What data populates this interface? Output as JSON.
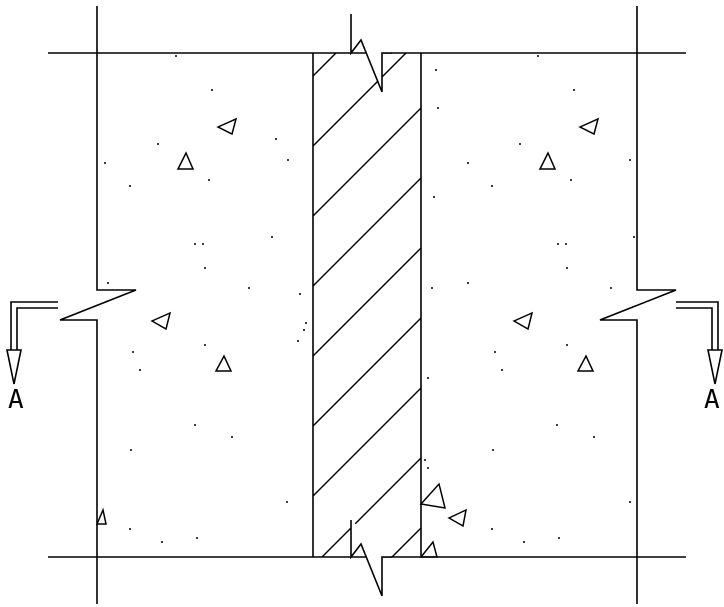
{
  "drawing": {
    "type": "architectural-section-detail",
    "components": [
      "concrete-left",
      "insulation-hatch-core",
      "concrete-right"
    ],
    "stroke_color": "#000000",
    "background_color": "#ffffff"
  },
  "section_markers": {
    "left_label": "A",
    "right_label": "A"
  }
}
